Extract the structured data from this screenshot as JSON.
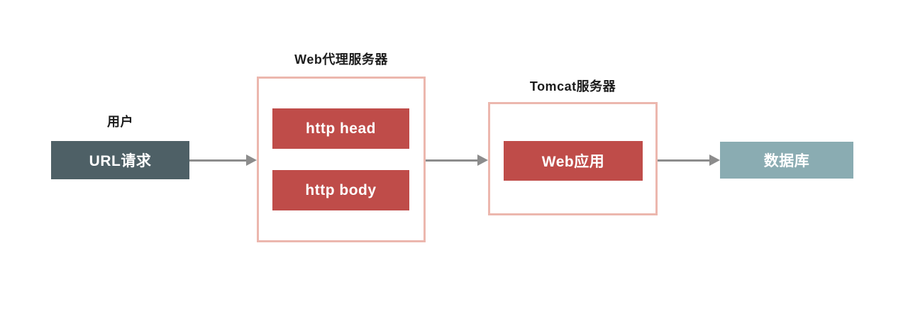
{
  "diagram": {
    "title_hint": "web-request-flow",
    "colors": {
      "background": "#ffffff",
      "dark_box": "#4e6066",
      "red_box": "#bf4c49",
      "teal_box": "#8aacb2",
      "container_border": "#ecb7ae",
      "arrow": "#8c8c8c",
      "label_text": "#1c1c1c",
      "box_text": "#ffffff"
    },
    "nodes": {
      "user_label": "用户",
      "url_request": "URL请求",
      "proxy_server_label": "Web代理服务器",
      "http_head": "http head",
      "http_body": "http body",
      "tomcat_server_label": "Tomcat服务器",
      "web_app": "Web应用",
      "database": "数据库"
    },
    "flow": [
      "URL请求 → Web代理服务器",
      "Web代理服务器 → Tomcat服务器",
      "Tomcat服务器 → 数据库"
    ]
  }
}
